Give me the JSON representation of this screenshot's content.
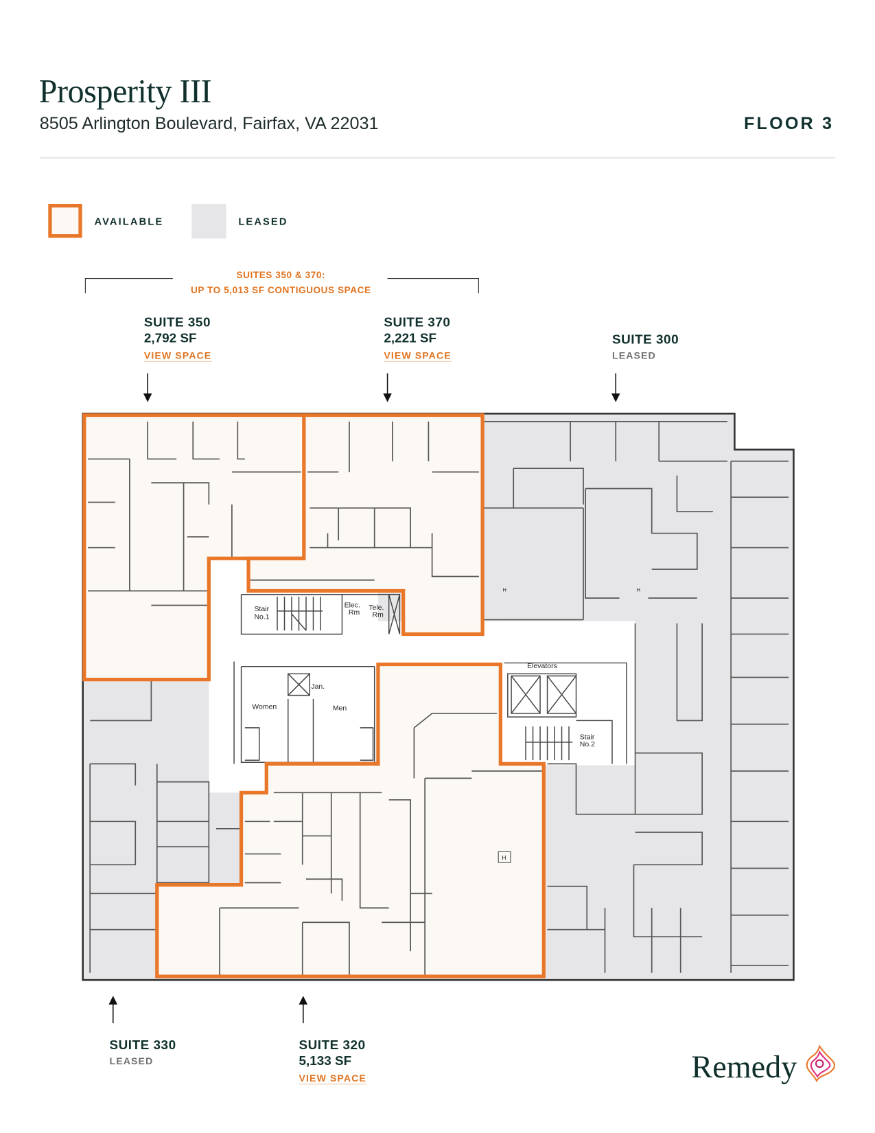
{
  "header": {
    "title": "Prosperity III",
    "address": "8505 Arlington Boulevard, Fairfax, VA 22031",
    "floor": "FLOOR 3"
  },
  "legend": {
    "available": "AVAILABLE",
    "leased": "LEASED",
    "available_color": "#e8772a",
    "leased_color": "#e6e6e8"
  },
  "contiguous": {
    "line1": "SUITES 350 & 370:",
    "line2": "UP TO 5,013 SF CONTIGUOUS SPACE"
  },
  "suites": {
    "s350": {
      "name": "SUITE 350",
      "size": "2,792 SF",
      "link": "VIEW SPACE",
      "status": "available"
    },
    "s370": {
      "name": "SUITE 370",
      "size": "2,221 SF",
      "link": "VIEW SPACE",
      "status": "available"
    },
    "s300": {
      "name": "SUITE 300",
      "status_label": "LEASED",
      "status": "leased"
    },
    "s330": {
      "name": "SUITE 330",
      "status_label": "LEASED",
      "status": "leased"
    },
    "s320": {
      "name": "SUITE 320",
      "size": "5,133 SF",
      "link": "VIEW SPACE",
      "status": "available"
    }
  },
  "plan_labels": {
    "stair1_a": "Stair",
    "stair1_b": "No.1",
    "elec_a": "Elec.",
    "elec_b": "Rm",
    "tele_a": "Tele.",
    "tele_b": "Rm",
    "jan": "Jan.",
    "women": "Women",
    "men": "Men",
    "elevators": "Elevators",
    "stair2_a": "Stair",
    "stair2_b": "No.2",
    "h": "H"
  },
  "logo": {
    "text": "Remedy"
  }
}
